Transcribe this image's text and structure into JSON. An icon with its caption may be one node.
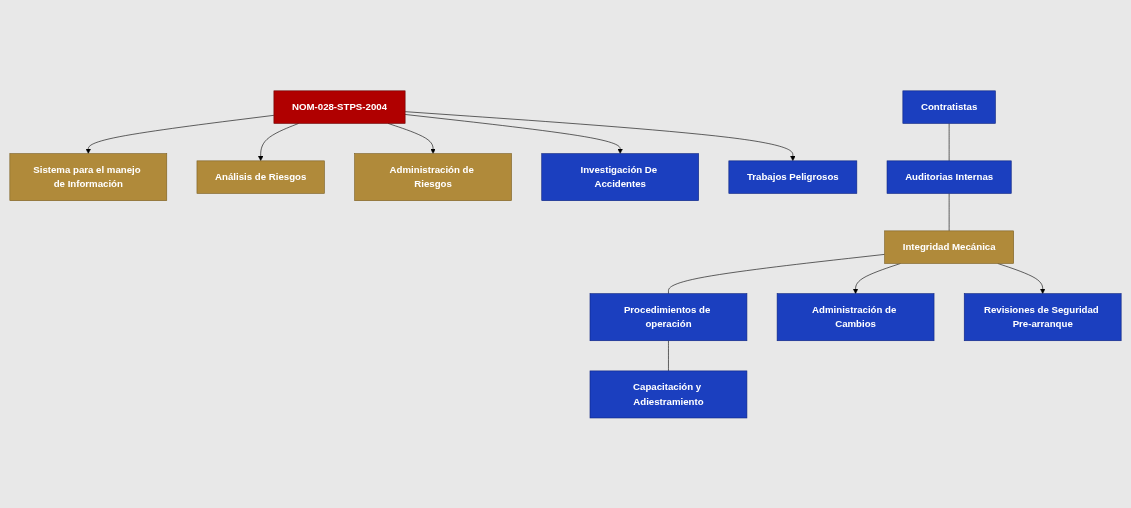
{
  "diagram": {
    "nodes": [
      {
        "text": [
          "NOM-028-STPS-2004"
        ]
      },
      {
        "text": [
          "Sistema para el manejo de Información"
        ]
      },
      {
        "text": [
          "Análisis de Riesgos"
        ]
      },
      {
        "text": [
          "Administración de Riesgos"
        ]
      },
      {
        "text": [
          "Investigación De Accidentes"
        ]
      },
      {
        "text": [
          "Trabajos Peligrosos"
        ]
      },
      {
        "text": [
          "Contratistas"
        ]
      },
      {
        "text": [
          "Auditorias Internas"
        ]
      },
      {
        "text": [
          "Integridad Mecánica"
        ]
      },
      {
        "text": [
          "Procedimientos de operación"
        ]
      },
      {
        "text": [
          "Capacitación y Adiestramiento"
        ]
      },
      {
        "text": [
          "Administración de Cambios"
        ]
      },
      {
        "text": [
          "Revisiones de Seguridad Pre-arranque"
        ]
      }
    ],
    "edges": [
      {
        "from": 0,
        "to": 1,
        "arrow": "to"
      },
      {
        "from": 0,
        "to": 2,
        "arrow": "to"
      },
      {
        "from": 0,
        "to": 3,
        "arrow": "to"
      },
      {
        "from": 0,
        "to": 4,
        "arrow": "to"
      },
      {
        "from": 0,
        "to": 5,
        "arrow": "to"
      },
      {
        "from": 6,
        "to": 7,
        "arrow": "none"
      },
      {
        "from": 7,
        "to": 8,
        "arrow": "none"
      },
      {
        "from": 8,
        "to": 9,
        "arrow": "none"
      },
      {
        "from": 9,
        "to": 10,
        "arrow": "none"
      },
      {
        "from": 8,
        "to": 11,
        "arrow": "to"
      },
      {
        "from": 8,
        "to": 12,
        "arrow": "to"
      }
    ]
  }
}
